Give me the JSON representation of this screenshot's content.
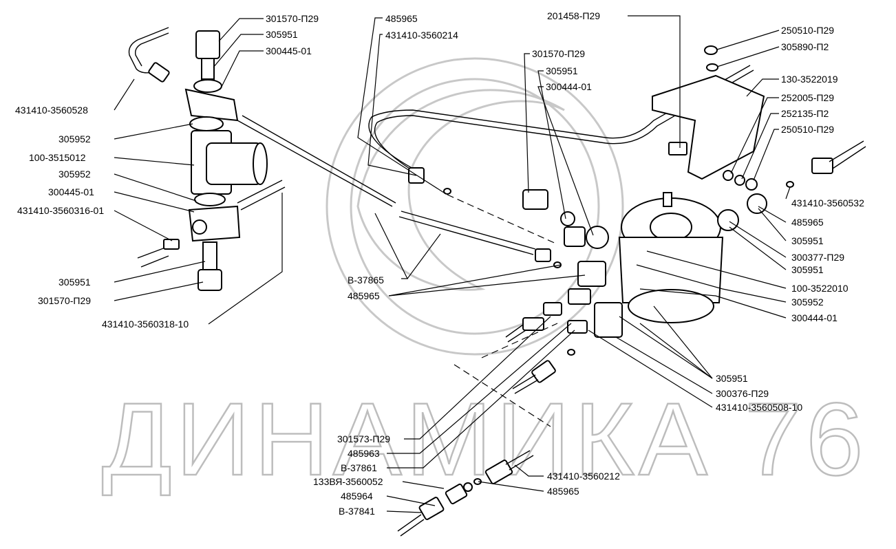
{
  "watermark": {
    "text": "ДИНАМИКА 76"
  },
  "labels": {
    "l301570_top": "301570-П29",
    "l305951_top": "305951",
    "l300445_top": "300445-01",
    "l485965_top": "485965",
    "l431410_3560214": "431410-3560214",
    "l201458": "201458-П29",
    "l250510_a": "250510-П29",
    "l305890": "305890-П2",
    "l130_3522019": "130-3522019",
    "l252005": "252005-П29",
    "l252135": "252135-П2",
    "l250510_b": "250510-П29",
    "l301570_mid": "301570-П29",
    "l305951_mid": "305951",
    "l300444_mid": "300444-01",
    "l431410_3560528": "431410-3560528",
    "l305952_a": "305952",
    "l100_3515012": "100-3515012",
    "l305952_b": "305952",
    "l300445_b": "300445-01",
    "l431410_3560316": "431410-3560316-01",
    "l305951_left": "305951",
    "l301570_left": "301570-П29",
    "l431410_3560318": "431410-3560318-10",
    "l431410_3560532": "431410-3560532",
    "l485965_r": "485965",
    "l305951_r1": "305951",
    "l300377": "300377-П29",
    "l305951_r2": "305951",
    "l100_3522010": "100-3522010",
    "lB37865": "В-37865",
    "l485965_c": "485965",
    "l305952_r": "305952",
    "l300444_r": "300444-01",
    "l305951_r3": "305951",
    "l300376": "300376-П29",
    "l431410_3560508": "431410-3560508-10",
    "l301573": "301573-П29",
    "l485963": "485963",
    "lB37861": "В-37861",
    "l431410_3560212": "431410-3560212",
    "l133VYa": "133ВЯ-3560052",
    "l485965_bot": "485965",
    "l485964": "485964",
    "lB37841": "В-37841"
  }
}
